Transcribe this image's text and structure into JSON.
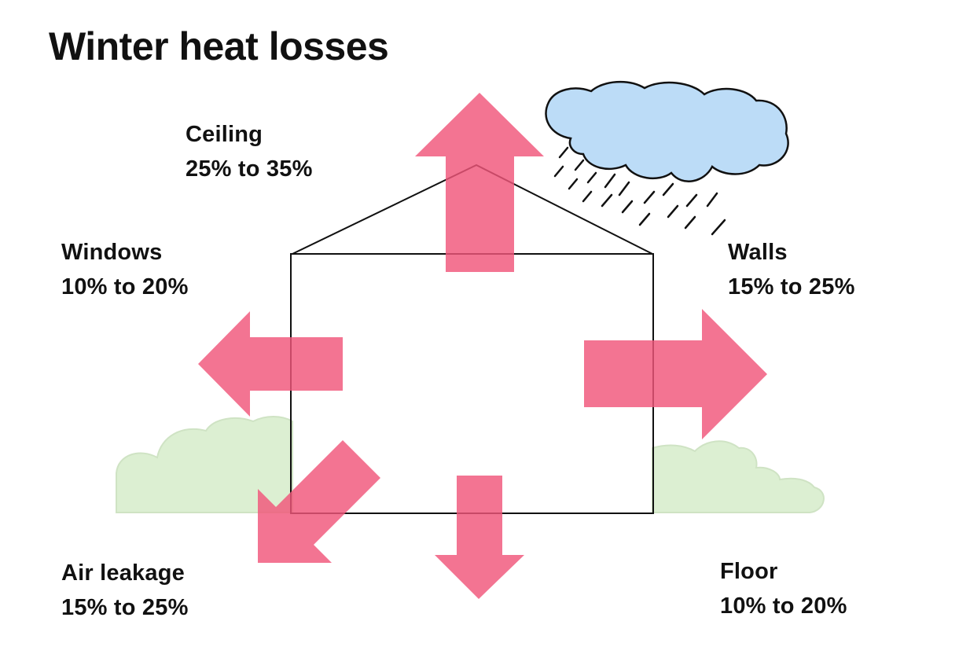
{
  "title": "Winter heat losses",
  "colors": {
    "arrow": "#f0557a",
    "cloud_fill": "#bcdcf7",
    "bush_fill": "#dcefd2",
    "outline": "#111111"
  },
  "losses": {
    "ceiling": {
      "name": "Ceiling",
      "range": "25% to 35%"
    },
    "windows": {
      "name": "Windows",
      "range": "10% to 20%"
    },
    "walls": {
      "name": "Walls",
      "range": "15% to 25%"
    },
    "air_leakage": {
      "name": "Air leakage",
      "range": "15% to 25%"
    },
    "floor": {
      "name": "Floor",
      "range": "10% to 20%"
    }
  }
}
